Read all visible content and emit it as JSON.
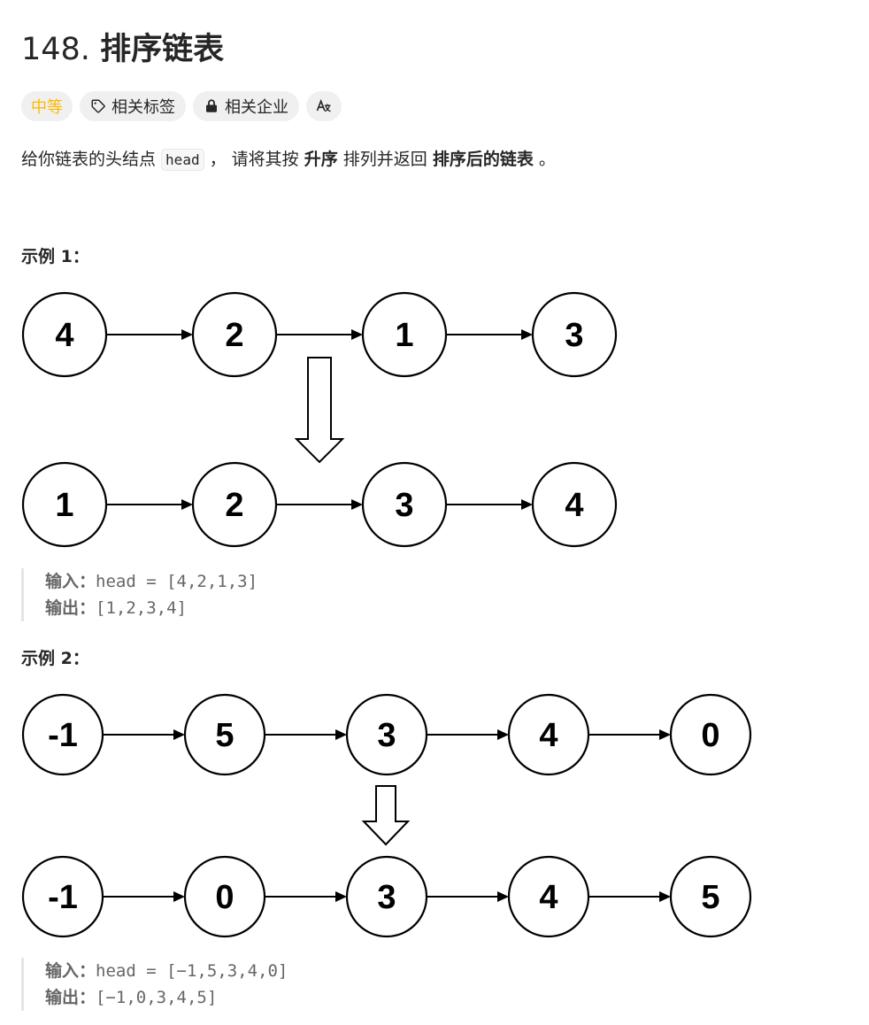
{
  "problem": {
    "number": "148.",
    "name": "排序链表"
  },
  "tags": {
    "difficulty": "中等",
    "related_topics": "相关标签",
    "related_companies": "相关企业",
    "translate_icon_name": "translate-icon"
  },
  "description": {
    "part1": "给你链表的头结点 ",
    "code": "head",
    "part2": " ， 请将其按 ",
    "bold1": "升序",
    "part3": " 排列并返回 ",
    "bold2": "排序后的链表",
    "part4": " 。"
  },
  "examples": [
    {
      "title": "示例 1：",
      "before": [
        "4",
        "2",
        "1",
        "3"
      ],
      "after": [
        "1",
        "2",
        "3",
        "4"
      ],
      "input_label": "输入：",
      "input_value": "head = [4,2,1,3]",
      "output_label": "输出：",
      "output_value": "[1,2,3,4]"
    },
    {
      "title": "示例 2：",
      "before": [
        "-1",
        "5",
        "3",
        "4",
        "0"
      ],
      "after": [
        "-1",
        "0",
        "3",
        "4",
        "5"
      ],
      "input_label": "输入：",
      "input_value": "head = [−1,5,3,4,0]",
      "output_label": "输出：",
      "output_value": "[−1,0,3,4,5]"
    }
  ],
  "colors": {
    "difficulty_medium": "#ffb800",
    "tag_bg": "#f0f0f0",
    "text": "#262626",
    "muted": "#666666"
  }
}
